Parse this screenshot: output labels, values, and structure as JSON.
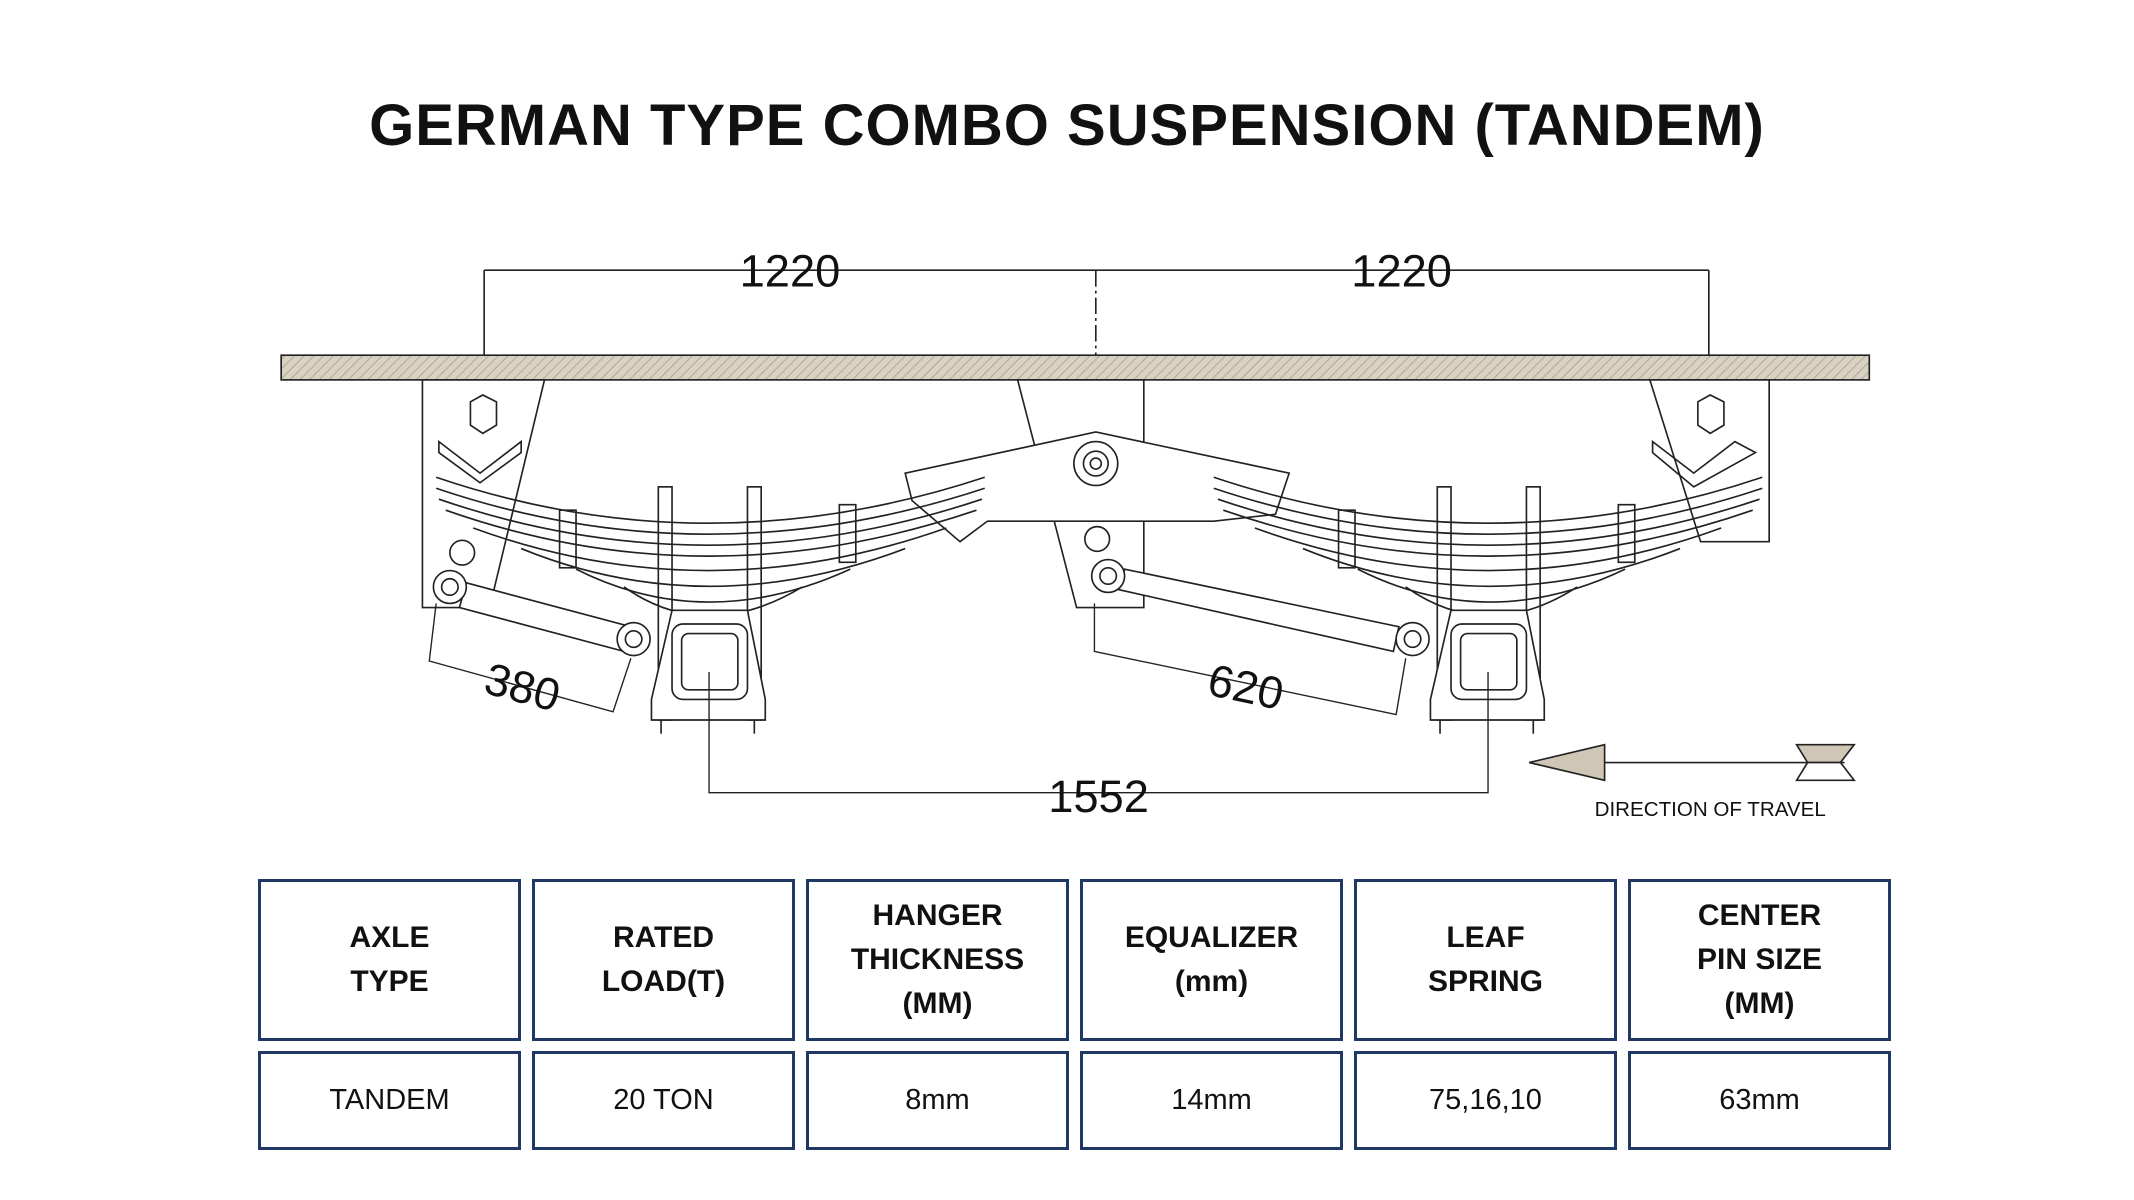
{
  "title": "GERMAN TYPE COMBO SUSPENSION (TANDEM)",
  "dimensions": {
    "hanger_spacing_left": "1220",
    "hanger_spacing_right": "1220",
    "front_torque_rod": "380",
    "rear_torque_rod": "620",
    "axle_spacing": "1552"
  },
  "direction_label": "DIRECTION OF TRAVEL",
  "colors": {
    "border": "#1f3864",
    "frame_fill": "#d9d1c2",
    "arrow_fill": "#cfc6b5"
  },
  "table": {
    "headers": [
      "AXLE\nTYPE",
      "RATED\nLOAD(T)",
      "HANGER\nTHICKNESS\n(MM)",
      "EQUALIZER\n(mm)",
      "LEAF\nSPRING",
      "CENTER\nPIN SIZE\n(MM)"
    ],
    "values": [
      "TANDEM",
      "20 TON",
      "8mm",
      "14mm",
      "75,16,10",
      "63mm"
    ]
  }
}
